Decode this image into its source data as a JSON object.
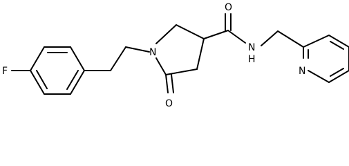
{
  "molecule": {
    "atoms": {
      "fluorine": "F",
      "ring_nitrogen": "N",
      "amide_nitrogen": "N",
      "amide_hydrogen": "H",
      "amide_oxygen": "O",
      "lactam_oxygen": "O",
      "pyridine_nitrogen": "N"
    }
  }
}
